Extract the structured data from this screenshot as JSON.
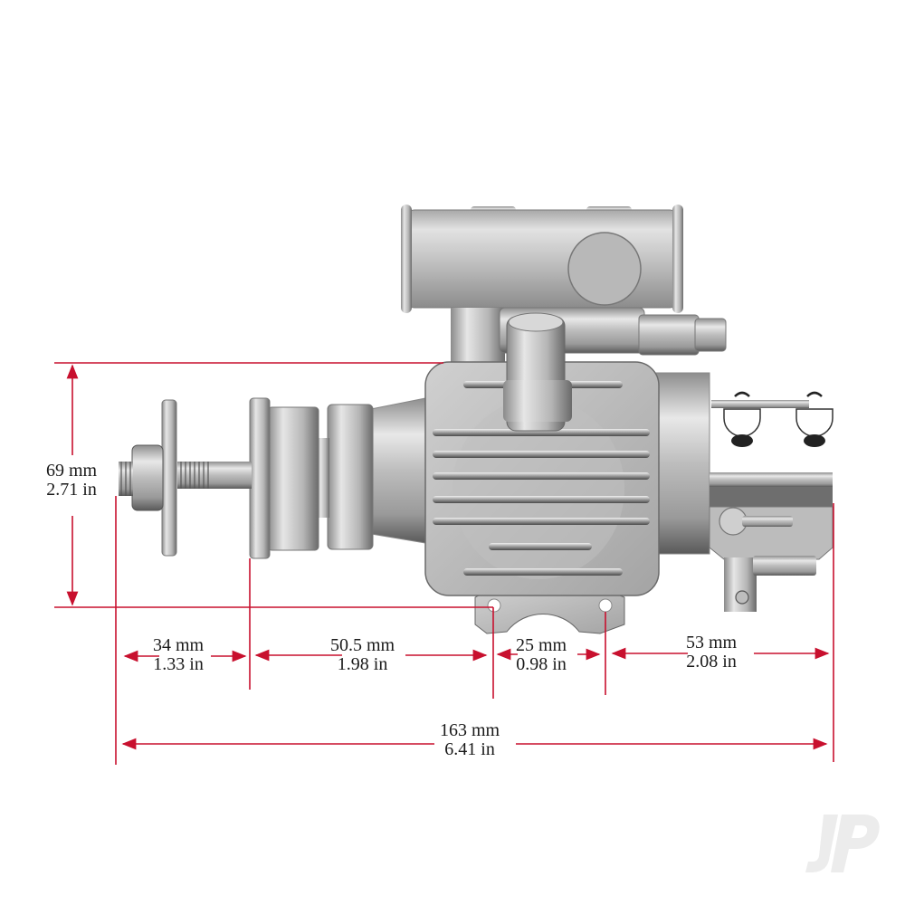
{
  "diagram": {
    "type": "engine-dimension-drawing",
    "line_color": "#c8102e",
    "background": "#ffffff",
    "dimensions": {
      "height": {
        "mm": "69 mm",
        "in": "2.71 in"
      },
      "prop_to_drive_washer": {
        "mm": "34 mm",
        "in": "1.33 in"
      },
      "drive_washer_to_mount": {
        "mm": "50.5 mm",
        "in": "1.98 in"
      },
      "mount_hole_spacing": {
        "mm": "25 mm",
        "in": "0.98 in"
      },
      "mount_to_rear": {
        "mm": "53 mm",
        "in": "2.08 in"
      },
      "overall_length": {
        "mm": "163 mm",
        "in": "6.41 in"
      }
    },
    "parts": [
      "propeller-nut",
      "prop-washer",
      "threaded-shaft",
      "drive-hub",
      "crankcase-front",
      "cylinder-head-fins",
      "muffler",
      "spark-plug-cap",
      "mounting-lugs",
      "carburetor",
      "fuel-nipple",
      "throttle-arm"
    ],
    "watermark": "JP"
  }
}
